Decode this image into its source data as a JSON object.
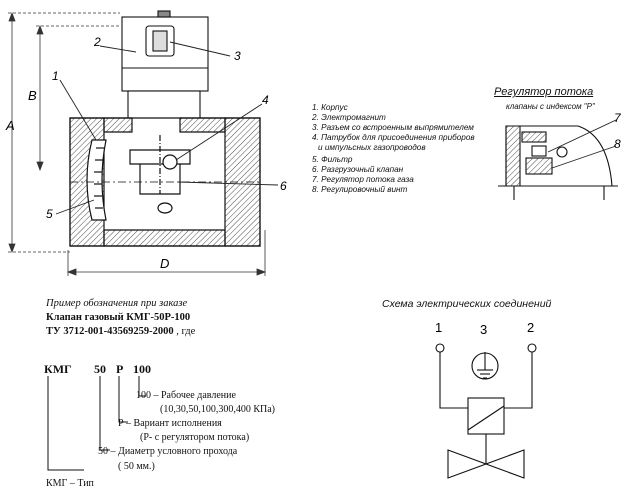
{
  "drawing": {
    "callouts": [
      "1",
      "2",
      "3",
      "4",
      "5",
      "6"
    ],
    "dimensions": {
      "a": "A",
      "b": "B",
      "d": "D"
    }
  },
  "parts_legend": [
    "1. Корпус",
    "2. Электромагнит",
    "3. Разъем со встроенным выпрямителем",
    "4. Патрубок для присоединения приборов",
    "и импульсных газопроводов",
    "5. Фильтр",
    "6. Разгрузочный клапан",
    "7. Регулятор потока газа",
    "8. Регулировочный винт"
  ],
  "flow_regulator": {
    "title": "Регулятор потока",
    "subtitle": "клапаны с индексом \"Р\"",
    "callouts": [
      "7",
      "8"
    ]
  },
  "order_example": {
    "heading": "Пример обозначения при заказе",
    "line1": "Клапан газовый КМГ-50Р-100",
    "line2_bold": "ТУ 3712-001-43569259-2000",
    "line2_rest": " , где",
    "code": {
      "a": "КМГ",
      "b": "50",
      "c": "Р",
      "d": "100"
    },
    "explanations": {
      "pressure": "100 – Рабочее давление",
      "pressure_values": "(10,30,50,100,300,400 КПа)",
      "variant": "Р – Вариант исполнения",
      "variant_note": "(Р- с регулятором потока)",
      "diameter": "50 – Диаметр условного прохода",
      "diameter_note": "( 50 мм.)",
      "type": "КМГ – Тип"
    }
  },
  "electrical": {
    "title": "Схема электрических соединений",
    "terminals": [
      "1",
      "3",
      "2"
    ]
  }
}
